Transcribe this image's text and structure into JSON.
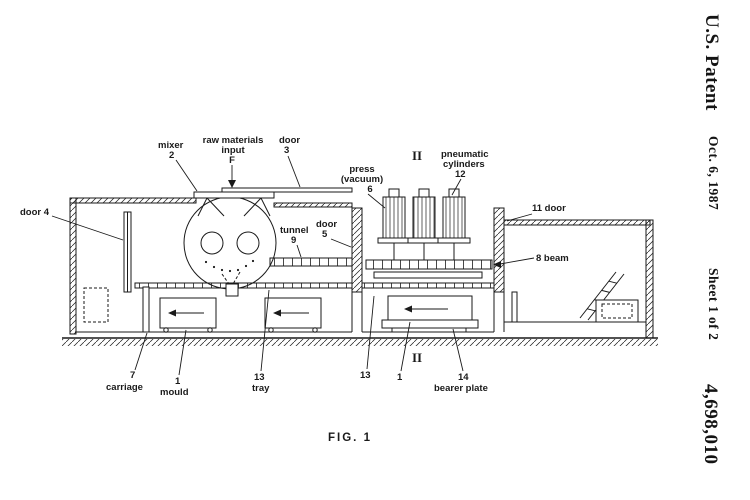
{
  "patent_header": {
    "title": "U.S. Patent",
    "date": "Oct. 6, 1987",
    "sheet": "Sheet 1 of 2",
    "number": "4,698,010"
  },
  "figure": {
    "caption": "FIG. 1",
    "section_marks": [
      "II",
      "II"
    ],
    "ink": "#1a1a1a",
    "labels": {
      "mixer": {
        "text": "mixer",
        "num": "2"
      },
      "raw_input": {
        "line1": "raw materials",
        "line2": "input",
        "ref": "F"
      },
      "door3": {
        "text": "door",
        "num": "3"
      },
      "door4": {
        "text": "door 4"
      },
      "press": {
        "line1": "press",
        "line2": "(vacuum)",
        "num": "6"
      },
      "pneumatic": {
        "line1": "pneumatic",
        "line2": "cylinders",
        "num": "12"
      },
      "door11": {
        "text": "11 door"
      },
      "door5": {
        "text": "door",
        "num": "5"
      },
      "tunnel": {
        "text": "tunnel",
        "num": "9"
      },
      "beam": {
        "text": "8 beam"
      },
      "carriage": {
        "num": "7",
        "text": "carriage"
      },
      "mould": {
        "num": "1",
        "text": "mould"
      },
      "tray": {
        "num": "13",
        "text": "tray"
      },
      "ref13": "13",
      "ref1": "1",
      "bearer": {
        "num": "14",
        "text": "bearer plate"
      }
    }
  }
}
